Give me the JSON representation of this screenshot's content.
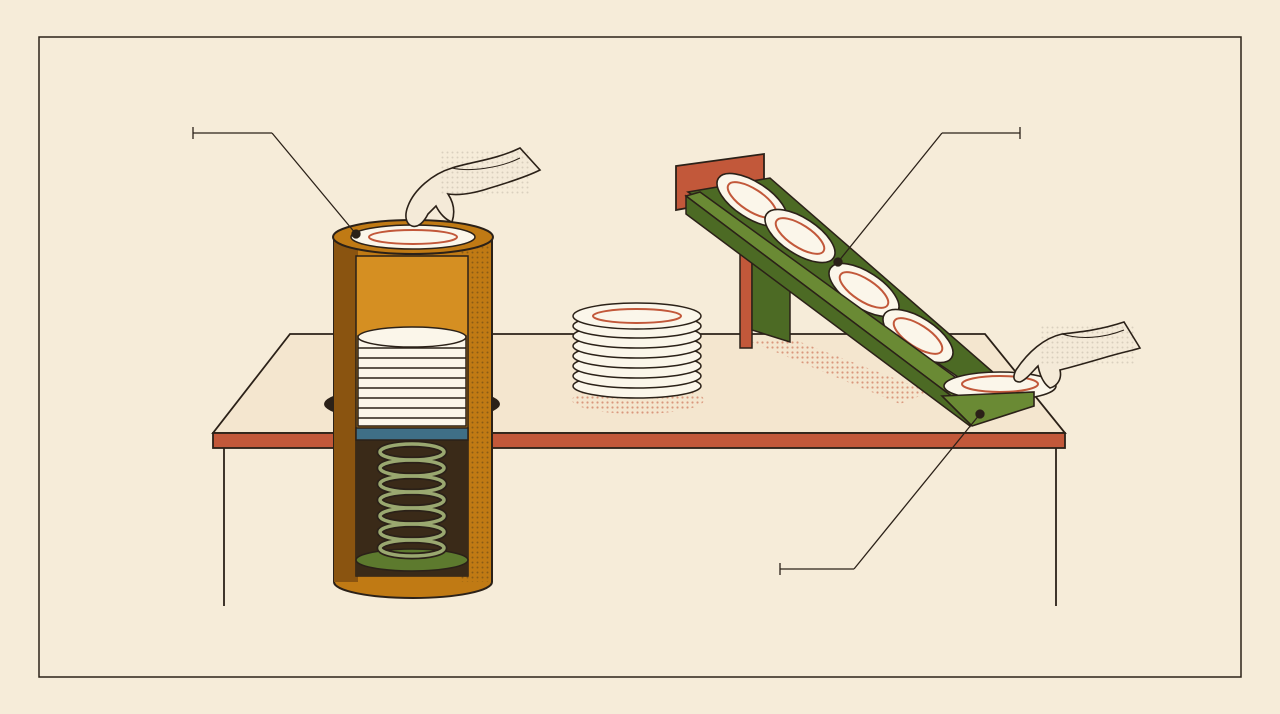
{
  "colors": {
    "paper": "#f6ecd9",
    "ink": "#2b2118",
    "tabletop": "#f4e6cf",
    "table_edge": "#c2583a",
    "canister": "#c07a14",
    "canister_dark": "#8a5410",
    "canister_inner": "#d58f22",
    "spring": "#7a8a48",
    "spring_base": "#5d7a2e",
    "platform": "#3f6f86",
    "rail_green": "#6a8a34",
    "rail_dark": "#4c6a24",
    "panel_red": "#c2583a",
    "plate_white": "#fbf6ea",
    "plate_rim": "#c2583a",
    "hand": "#f4ead8",
    "shadow": "#d9a89a"
  },
  "icons": {
    "left_hand": "hand-lifting-plate-icon",
    "right_hand": "hand-taking-plate-icon"
  },
  "callouts": [
    {
      "name": "callout-canister-top",
      "label": ""
    },
    {
      "name": "callout-rack-plate",
      "label": ""
    },
    {
      "name": "callout-rack-end",
      "label": ""
    }
  ]
}
